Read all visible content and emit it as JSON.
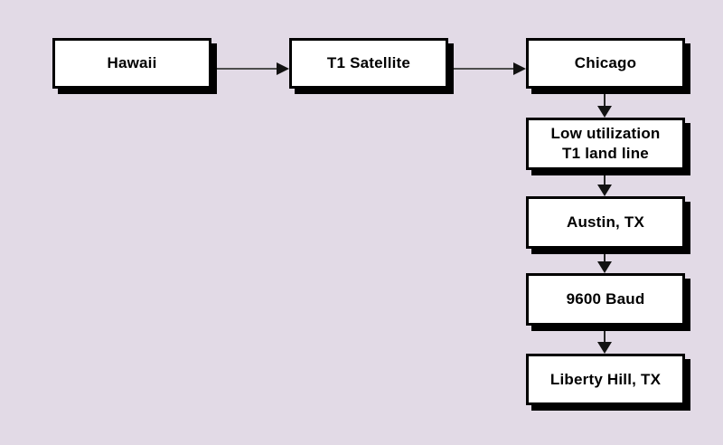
{
  "diagram": {
    "nodes": {
      "hawaii": {
        "label": "Hawaii"
      },
      "t1_satellite": {
        "label": "T1 Satellite"
      },
      "chicago": {
        "label": "Chicago"
      },
      "low_utilization": {
        "line1": "Low utilization",
        "line2": "T1 land line"
      },
      "austin": {
        "label": "Austin, TX"
      },
      "baud_9600": {
        "label": "9600 Baud"
      },
      "liberty_hill": {
        "label": "Liberty Hill, TX"
      }
    },
    "edges": [
      {
        "from": "Hawaii",
        "to": "T1 Satellite",
        "direction": "right"
      },
      {
        "from": "T1 Satellite",
        "to": "Chicago",
        "direction": "right"
      },
      {
        "from": "Chicago",
        "to": "Low utilization T1 land line",
        "direction": "down"
      },
      {
        "from": "Low utilization T1 land line",
        "to": "Austin, TX",
        "direction": "down"
      },
      {
        "from": "Austin, TX",
        "to": "9600 Baud",
        "direction": "down"
      },
      {
        "from": "9600 Baud",
        "to": "Liberty Hill, TX",
        "direction": "down"
      }
    ],
    "colors": {
      "background": "#e2dae6",
      "node_fill": "#ffffff",
      "node_border": "#000000",
      "node_shadow": "#000000",
      "connector_line_horizontal": "#4d4d4d",
      "connector_line_vertical": "#262626",
      "arrowhead": "#121212",
      "text": "#000000"
    }
  }
}
